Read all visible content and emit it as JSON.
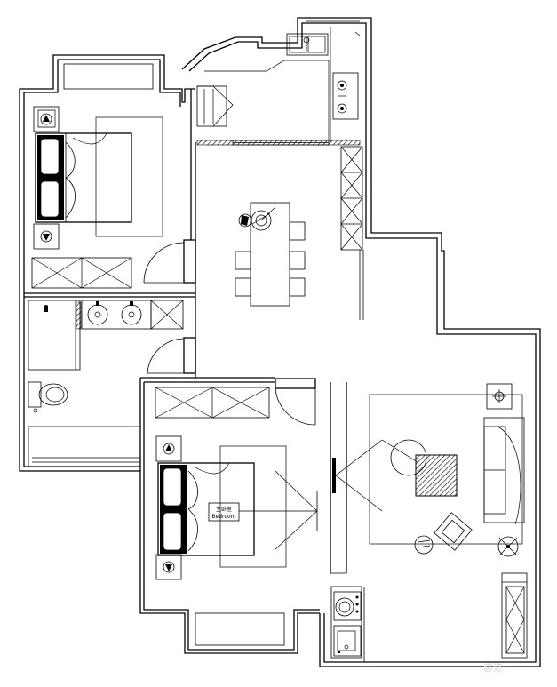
{
  "room_label": {
    "cn": "主卧室",
    "en": "Bedroom"
  },
  "watermark": "装修"
}
